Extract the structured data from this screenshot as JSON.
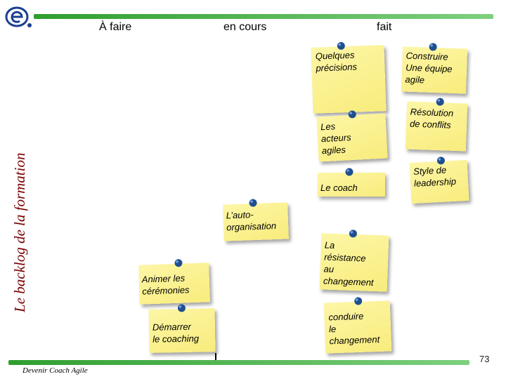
{
  "slide": {
    "headers": {
      "todo": "À faire",
      "in_progress": "en cours",
      "done": "fait"
    },
    "vertical_title": "Le backlog de la formation",
    "footer": "Devenir Coach Agile",
    "page_number": "73"
  },
  "notes": {
    "quelques_precisions": "Quelques\nprécisions",
    "construire_equipe": "Construire\nUne équipe\nagile",
    "acteurs_agiles": "Les\nacteurs\nagiles",
    "resolution_conflits": "Résolution\nde conflits",
    "style_leadership": "Style de\nleadership",
    "le_coach": "Le coach",
    "auto_organisation": "L’auto-\norganisation",
    "resistance_changement": "La\nrésistance\nau\nchangement",
    "animer_ceremonies": "Animer les\ncérémonies",
    "demarrer_coaching": "Démarrer\nle coaching",
    "conduire_changement": "conduire\nle\nchangement"
  },
  "colors": {
    "bar_green": "#2f9e2f",
    "note_yellow": "#f8ec7c",
    "pin_blue": "#1f4f8f",
    "title_red": "#7a0000"
  },
  "icons": {
    "logo": "logo-icon",
    "pin": "pushpin-icon"
  }
}
